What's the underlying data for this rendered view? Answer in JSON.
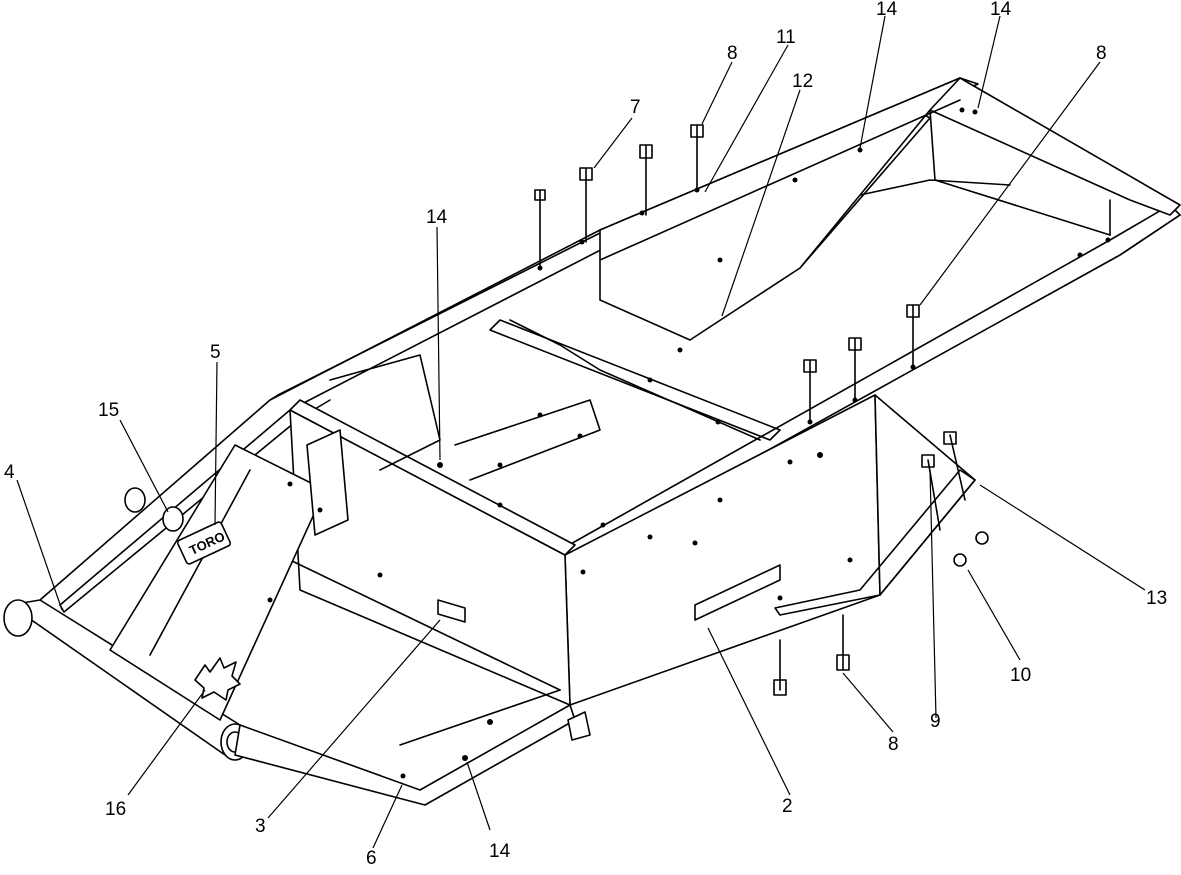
{
  "callouts": [
    {
      "id": "c2",
      "label": "2"
    },
    {
      "id": "c3",
      "label": "3"
    },
    {
      "id": "c4",
      "label": "4"
    },
    {
      "id": "c5",
      "label": "5"
    },
    {
      "id": "c6",
      "label": "6"
    },
    {
      "id": "c7",
      "label": "7"
    },
    {
      "id": "c8a",
      "label": "8"
    },
    {
      "id": "c8b",
      "label": "8"
    },
    {
      "id": "c8c",
      "label": "8"
    },
    {
      "id": "c9",
      "label": "9"
    },
    {
      "id": "c10",
      "label": "10"
    },
    {
      "id": "c11",
      "label": "11"
    },
    {
      "id": "c12",
      "label": "12"
    },
    {
      "id": "c13",
      "label": "13"
    },
    {
      "id": "c14a",
      "label": "14"
    },
    {
      "id": "c14b",
      "label": "14"
    },
    {
      "id": "c14c",
      "label": "14"
    },
    {
      "id": "c14d",
      "label": "14"
    },
    {
      "id": "c15",
      "label": "15"
    },
    {
      "id": "c16",
      "label": "16"
    }
  ],
  "logo_text": "TORO"
}
